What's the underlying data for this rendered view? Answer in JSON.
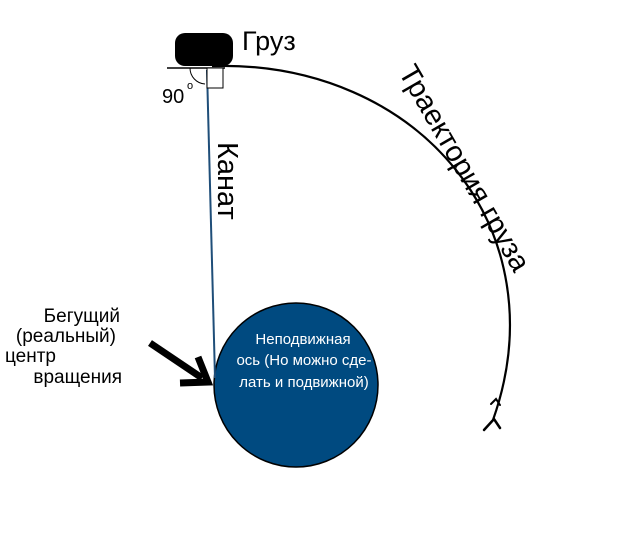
{
  "labels": {
    "load": "Груз",
    "angle": "90",
    "angle_degree": "o",
    "rope": "Канат",
    "trajectory": "Траектория груза",
    "center_line1": "Бегущий",
    "center_line2": "(реальный)",
    "center_line3": "центр",
    "center_line4": "вращения",
    "axis_line1": "Неподвижная",
    "axis_line2": "ось (Но можно сде-",
    "axis_line3": "лать и подвижной)"
  },
  "colors": {
    "axis_fill": "#004a80",
    "axis_stroke": "#000000",
    "rope": "#1f4e79",
    "load": "#000000",
    "text": "#000000",
    "axis_text": "#ffffff"
  }
}
